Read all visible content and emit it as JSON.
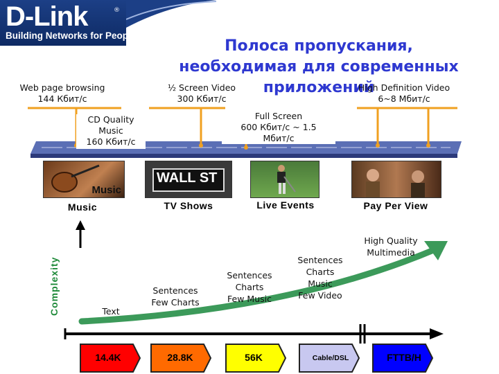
{
  "logo": {
    "brand": "D-Link",
    "reg": "®",
    "tagline": "Building Networks for People"
  },
  "title": "Полоса пропускания, необходимая для современных приложений",
  "bandwidth": {
    "web": {
      "name": "Web page browsing",
      "rate": "144 Кбит/с"
    },
    "cd": {
      "name": "CD Quality Music",
      "rate": "160 Кбит/с"
    },
    "half": {
      "name": "½ Screen Video",
      "rate": "300 Кбит/с"
    },
    "full": {
      "name": "Full Screen",
      "rate": "600 Кбит/с ~ 1.5 Мбит/с"
    },
    "high": {
      "name": "High Definition Video",
      "rate": "6~8 Мбит/с"
    }
  },
  "categories": [
    {
      "label": "Music",
      "thumb": "Music"
    },
    {
      "label": "TV Shows",
      "thumb": "WALL ST"
    },
    {
      "label": "Live Events",
      "thumb": ""
    },
    {
      "label": "Pay Per View",
      "thumb": ""
    }
  ],
  "complexity": {
    "axis_label": "Complexity",
    "stages": [
      {
        "lines": [
          "Text"
        ]
      },
      {
        "lines": [
          "Sentences",
          "Few Charts"
        ]
      },
      {
        "lines": [
          "Sentences",
          "Charts",
          "Few Music"
        ]
      },
      {
        "lines": [
          "Sentences",
          "Charts",
          "Music",
          "Few Video"
        ]
      },
      {
        "lines": [
          "High Quality",
          "Multimedia"
        ]
      }
    ]
  },
  "speeds": [
    {
      "label": "14.4K",
      "color": "#ff0000",
      "text_color": "#000000"
    },
    {
      "label": "28.8K",
      "color": "#ff6a00",
      "text_color": "#000000"
    },
    {
      "label": "56K",
      "color": "#ffff00",
      "text_color": "#000000"
    },
    {
      "label": "Cable/DSL",
      "color": "#c8c8f0",
      "text_color": "#000000"
    },
    {
      "label": "FTTB/H",
      "color": "#0000ff",
      "text_color": "#000000"
    }
  ]
}
